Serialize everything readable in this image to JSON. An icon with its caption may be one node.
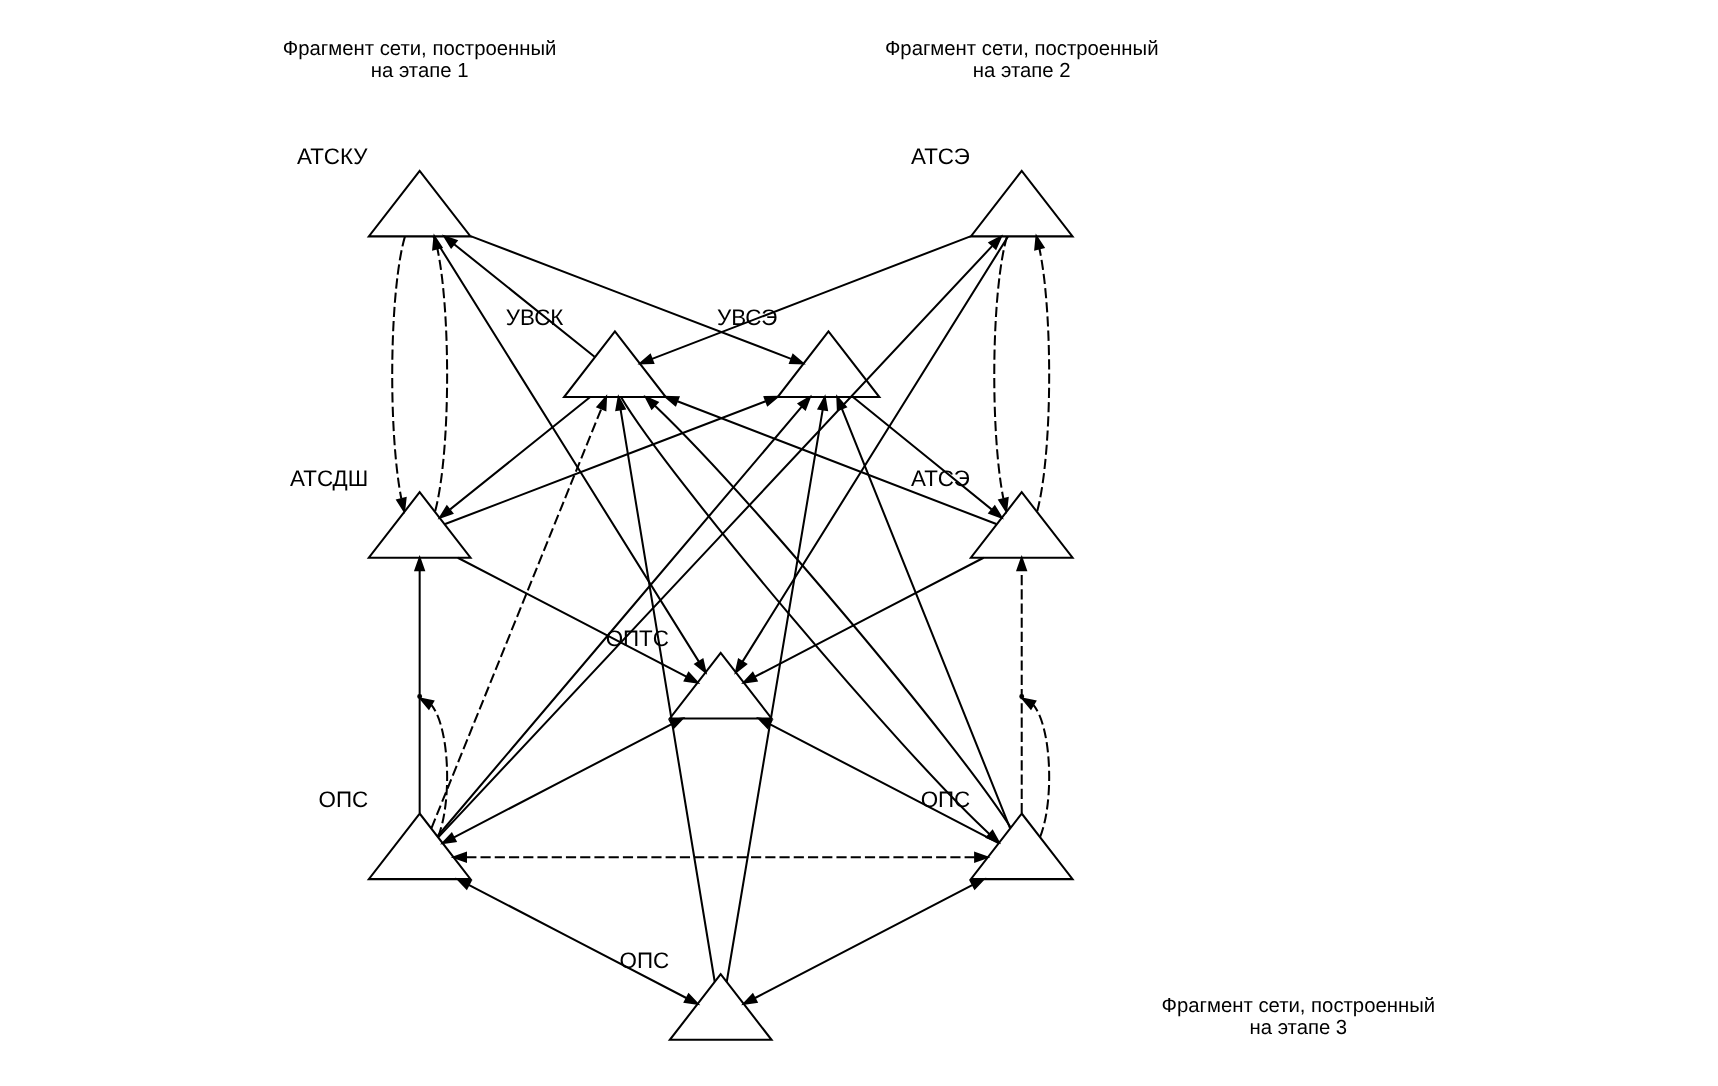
{
  "diagram": {
    "nodes": [
      {
        "text": [],
        "shape": "triangle",
        "beside": [
          "АТСКУ"
        ]
      },
      {
        "text": [],
        "shape": "triangle",
        "beside": [
          "УВСК"
        ]
      },
      {
        "text": [],
        "shape": "triangle",
        "beside": [
          "УВСЭ"
        ]
      },
      {
        "text": [],
        "shape": "triangle",
        "beside": [
          "АТСЭ"
        ]
      },
      {
        "text": [],
        "shape": "triangle",
        "beside": [
          "АТСДШ"
        ]
      },
      {
        "text": [],
        "shape": "triangle",
        "beside": [
          "АТСЭ"
        ]
      },
      {
        "text": [],
        "shape": "triangle",
        "beside": [
          "ОПТС"
        ]
      },
      {
        "text": [],
        "shape": "triangle",
        "beside": [
          "ОПС"
        ]
      },
      {
        "text": [],
        "shape": "triangle",
        "beside": [
          "ОПС"
        ]
      },
      {
        "text": [],
        "shape": "triangle",
        "beside": [
          "ОПС"
        ]
      }
    ],
    "edges": [
      {
        "from": 0,
        "to": 2,
        "arrow": "to"
      },
      {
        "from": 1,
        "to": 0,
        "arrow": "to"
      },
      {
        "from": 0,
        "to": 4,
        "arrow": "to",
        "style": "dashed"
      },
      {
        "from": 4,
        "to": 0,
        "arrow": "to",
        "style": "dashed"
      },
      {
        "from": 0,
        "to": 6,
        "arrow": "to"
      },
      {
        "from": 3,
        "to": 1,
        "arrow": "to"
      },
      {
        "from": 1,
        "to": 4,
        "arrow": "to"
      },
      {
        "from": 5,
        "to": 1,
        "arrow": "to"
      },
      {
        "from": 4,
        "to": 2,
        "arrow": "to"
      },
      {
        "from": 7,
        "to": 3,
        "arrow": "to"
      },
      {
        "from": 3,
        "to": 6,
        "arrow": "to"
      },
      {
        "from": 3,
        "to": 5,
        "arrow": "to",
        "style": "dashed"
      },
      {
        "from": 5,
        "to": 3,
        "arrow": "to",
        "style": "dashed"
      },
      {
        "from": 2,
        "to": 5,
        "arrow": "to"
      },
      {
        "from": 4,
        "to": 6,
        "arrow": "to"
      },
      {
        "from": 7,
        "to": 4,
        "arrow": "to"
      },
      {
        "from": 7,
        "to": 1,
        "arrow": "to",
        "style": "dashed"
      },
      {
        "from": 6,
        "to": 7,
        "arrow": "both"
      },
      {
        "from": 7,
        "to": 8,
        "arrow": "both"
      },
      {
        "from": 8,
        "to": 9,
        "arrow": "both"
      },
      {
        "from": 8,
        "to": 1,
        "arrow": "to"
      },
      {
        "from": 9,
        "to": 1,
        "arrow": "to"
      },
      {
        "from": 8,
        "to": 2,
        "arrow": "to"
      },
      {
        "from": 9,
        "to": 2,
        "arrow": "to"
      },
      {
        "from": 7,
        "to": 2,
        "arrow": "to"
      },
      {
        "from": 9,
        "to": 5,
        "arrow": "to",
        "style": "dashed"
      },
      {
        "from": 5,
        "to": 6,
        "arrow": "to"
      },
      {
        "from": 9,
        "to": 6,
        "arrow": "to"
      },
      {
        "from": 1,
        "to": 9,
        "arrow": "to"
      },
      {
        "from": 7,
        "to": 9,
        "arrow": "both",
        "style": "dashed"
      },
      {
        "from": 7,
        "to": null,
        "arrow": "to",
        "style": "dashed"
      },
      {
        "from": 9,
        "to": null,
        "arrow": "to",
        "style": "dashed"
      }
    ],
    "labels": [
      "Фрагмент сети, построенный на этапе 1",
      "Фрагмент сети, построенный на этапе 2",
      "Фрагмент сети, построенный на этапе 3"
    ]
  }
}
